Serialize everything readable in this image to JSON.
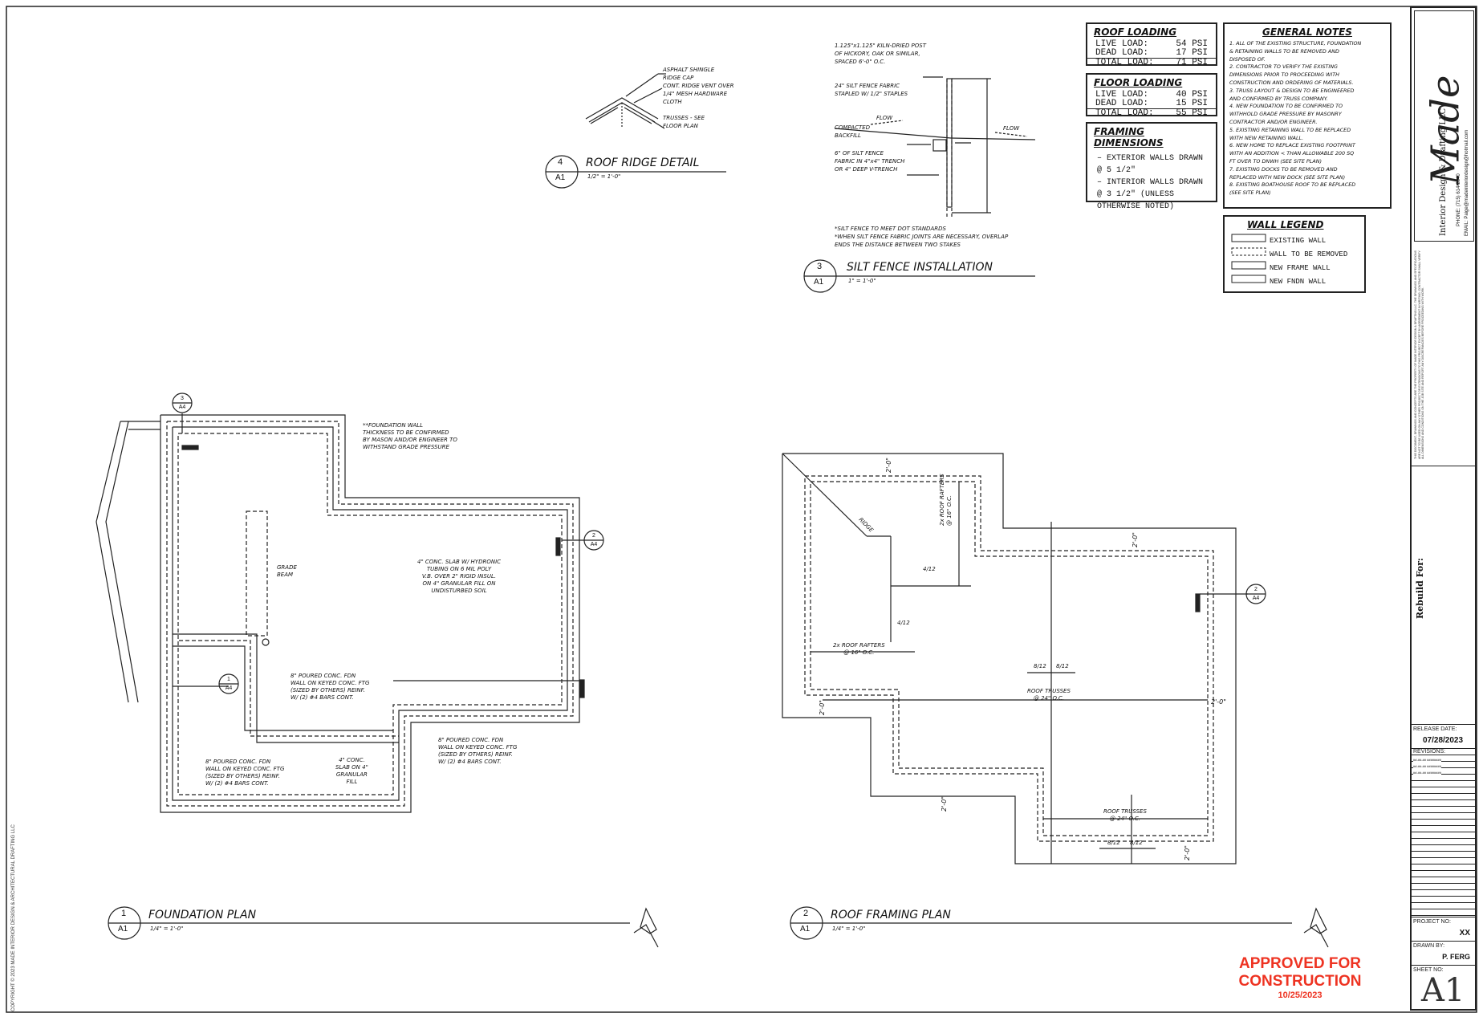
{
  "roof_loading": {
    "title": "ROOF LOADING",
    "rows": [
      {
        "label": "LIVE LOAD:",
        "value": "54 PSI"
      },
      {
        "label": "DEAD LOAD:",
        "value": "17 PSI"
      },
      {
        "label": "TOTAL LOAD:",
        "value": "71 PSI"
      }
    ]
  },
  "floor_loading": {
    "title": "FLOOR LOADING",
    "rows": [
      {
        "label": "LIVE LOAD:",
        "value": "40 PSI"
      },
      {
        "label": "DEAD LOAD:",
        "value": "15 PSI"
      },
      {
        "label": "TOTAL LOAD:",
        "value": "55 PSI"
      }
    ]
  },
  "framing_dimensions": {
    "title": "FRAMING DIMENSIONS",
    "lines": [
      "– EXTERIOR WALLS DRAWN",
      "@ 5 1/2\"",
      "– INTERIOR WALLS DRAWN",
      "@ 3 1/2\" (UNLESS",
      "OTHERWISE NOTED)"
    ]
  },
  "general_notes": {
    "title": "GENERAL NOTES",
    "lines": [
      "1. ALL OF THE EXISTING STRUCTURE, FOUNDATION",
      "& RETAINING WALLS TO BE REMOVED AND",
      "DISPOSED OF.",
      "2. CONTRACTOR TO VERIFY THE EXISTING",
      "DIMENSIONS PRIOR TO PROCEEDING WITH",
      "CONSTRUCTION AND ORDERING OF MATERIALS.",
      "3. TRUSS LAYOUT & DESIGN TO BE ENGINEERED",
      "AND CONFIRMED BY TRUSS COMPANY.",
      "4. NEW FOUNDATION TO BE CONFIRMED TO",
      "WITHHOLD GRADE PRESSURE BY MASONRY",
      "CONTRACTOR AND/OR ENGINEER.",
      "5. EXISTING RETAINING WALL TO BE REPLACED",
      "WITH NEW RETAINING WALL.",
      "6. NEW HOME TO REPLACE EXISTING FOOTPRINT",
      "WITH AN ADDITION < THAN ALLOWABLE 200 SQ",
      "FT OVER TO DNWH (SEE SITE PLAN)",
      "7. EXISTING DOCKS TO BE REMOVED AND",
      "REPLACED WITH NEW DOCK (SEE SITE PLAN)",
      "8. EXISTING BOATHOUSE ROOF TO BE REPLACED",
      "(SEE SITE PLAN)"
    ]
  },
  "wall_legend": {
    "title": "WALL LEGEND",
    "items": [
      "EXISTING WALL",
      "WALL TO BE REMOVED",
      "NEW FRAME WALL",
      "NEW FNDN WALL"
    ]
  },
  "details": {
    "roof_ridge": {
      "num": "4",
      "sheet": "A1",
      "title": "ROOF RIDGE DETAIL",
      "scale": "1/2\" = 1'-0\"",
      "notes": [
        "ASPHALT SHINGLE",
        "RIDGE CAP",
        "CONT. RIDGE VENT OVER",
        "1/4\" MESH HARDWARE",
        "CLOTH",
        "TRUSSES - SEE",
        "FLOOR PLAN"
      ]
    },
    "silt_fence": {
      "num": "3",
      "sheet": "A1",
      "title": "SILT FENCE INSTALLATION",
      "scale": "1\" = 1'-0\"",
      "notes_left": [
        "1.125\"x1.125\" KILN-DRIED POST",
        "OF HICKORY, OAK OR SIMILAR,",
        "SPACED 6'-0\" O.C.",
        "24\" SILT FENCE FABRIC",
        "STAPLED W/ 1/2\" STAPLES",
        "COMPACTED",
        "BACKFILL",
        "6\" OF SILT FENCE",
        "FABRIC IN 4\"x4\" TRENCH",
        "OR 4\" DEEP V-TRENCH"
      ],
      "flow": "FLOW",
      "footnote": [
        "*SILT FENCE TO MEET DOT STANDARDS",
        "*WHEN SILT FENCE FABRIC JOINTS ARE NECESSARY, OVERLAP",
        "ENDS THE DISTANCE BETWEEN TWO STAKES"
      ]
    },
    "foundation": {
      "num": "1",
      "sheet": "A1",
      "title": "FOUNDATION PLAN",
      "scale": "1/4\" = 1'-0\"",
      "notes": {
        "wall": [
          "**FOUNDATION WALL",
          "THICKNESS TO BE CONFIRMED",
          "BY MASON AND/OR ENGINEER TO",
          "WITHSTAND GRADE PRESSURE"
        ],
        "beam": [
          "GRADE",
          "BEAM"
        ],
        "slab": [
          "4\" CONC. SLAB W/ HYDRONIC",
          "TUBING ON 6 MIL POLY",
          "V.B. OVER 2\" RIGID INSUL.",
          "ON 4\" GRANULAR FILL ON",
          "UNDISTURBED SOIL"
        ],
        "fdn1": [
          "8\" POURED CONC. FDN",
          "WALL ON KEYED CONC. FTG",
          "(SIZED BY OTHERS) REINF.",
          "W/ (2) #4 BARS CONT."
        ],
        "fdn2": [
          "8\" POURED CONC. FDN",
          "WALL ON KEYED CONC. FTG",
          "(SIZED BY OTHERS) REINF.",
          "W/ (2) #4 BARS CONT."
        ],
        "fdn3": [
          "8\" POURED CONC. FDN",
          "WALL ON KEYED CONC. FTG",
          "(SIZED BY OTHERS) REINF.",
          "W/ (2) #4 BARS CONT."
        ],
        "slab2": [
          "4\" CONC.",
          "SLAB ON 4\"",
          "GRANULAR",
          "FILL"
        ]
      },
      "markers": [
        {
          "n": "3",
          "s": "A4"
        },
        {
          "n": "2",
          "s": "A4"
        },
        {
          "n": "1",
          "s": "A4"
        }
      ]
    },
    "roof_framing": {
      "num": "2",
      "sheet": "A1",
      "title": "ROOF FRAMING PLAN",
      "scale": "1/4\" = 1'-0\"",
      "labels": {
        "ridge": "RIDGE",
        "rafters_v": [
          "2x ROOF RAFTERS",
          "@ 16\" O.C."
        ],
        "rafters_h": [
          "2x ROOF RAFTERS",
          "@ 16\" O.C."
        ],
        "trusses1": [
          "ROOF TRUSSES",
          "@ 24\" O.C."
        ],
        "trusses2": [
          "ROOF TRUSSES",
          "@ 24\" O.C."
        ],
        "pitch": "4/12",
        "pitch2": "8/12",
        "dim": "2'-0\""
      },
      "marker": {
        "n": "2",
        "s": "A4"
      }
    }
  },
  "stamp": {
    "line1": "APPROVED FOR",
    "line2": "CONSTRUCTION",
    "date": "10/25/2023"
  },
  "copyright": "COPYRIGHT © 2023 MADE INTERIOR DESIGN & ARCHITECTURAL DRAFTING LLC",
  "title_block": {
    "logo": "Made",
    "company": "Interior Design & Drafting LLC",
    "phone": "PHONE: (715) 614-2040",
    "email": "EMAIL: Paige@madeinteriordesign@hotmail.com",
    "disclaimer": "THIS DOCUMENT, DRAWINGS AND CONCEPTS ARE THE PROPERTY OF MADE INTERIOR DESIGN & DRAFTING LLC. THE DRAWINGS AND SPECIFICATIONS ARE NOT TO BE USED ON ANY OTHER PROJECT OR EXTENSIONS TO THIS PROJECT EXCEPT BY AGREEMENT IN WRITING. CONTRACTOR SHALL VERIFY ALL DIMENSIONS AND CONDITIONS ON THE JOB SITE AND REPORT ANY DISCREPANCIES BEFORE PROCEEDING WITH WORK.",
    "rebuild_for": "Rebuild For:",
    "release_label": "RELEASE DATE:",
    "release_date": "07/28/2023",
    "revisions_label": "REVISIONS:",
    "revisions": [
      "##-##-##  ########",
      "##-##-##  ########",
      "##-##-##  ########"
    ],
    "project_label": "PROJECT NO:",
    "project_no": "XX",
    "drawn_label": "DRAWN BY:",
    "drawn_by": "P. FERG",
    "sheet_label": "SHEET NO:",
    "sheet_no": "A1"
  }
}
